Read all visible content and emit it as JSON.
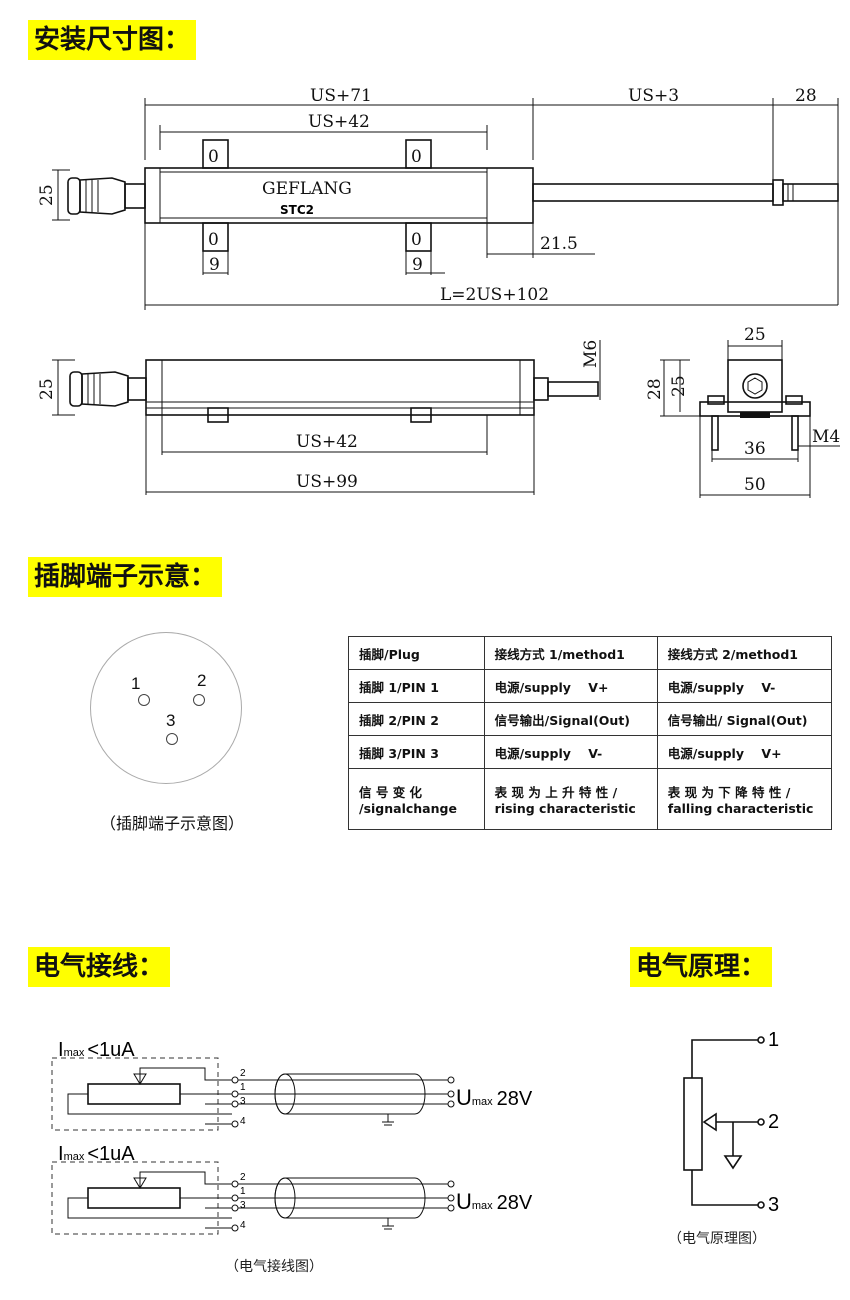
{
  "sections": {
    "install": "安装尺寸图：",
    "pins": "插脚端子示意：",
    "wiring": "电气接线：",
    "principle": "电气原理："
  },
  "top_view": {
    "dim_us71": "US+71",
    "dim_us3": "US+3",
    "dim_28": "28",
    "dim_us42": "US+42",
    "dim_25": "25",
    "brand": "GEFLANG",
    "model": "STC2",
    "dim_21_5": "21.5",
    "dim_9a": "9",
    "dim_9b": "9",
    "dim_L": "L=2US+102",
    "slot_0a": "0",
    "slot_0b": "0",
    "slot_0c": "0",
    "slot_0d": "0"
  },
  "side_view": {
    "dim_25": "25",
    "dim_m6": "M6",
    "dim_us42": "US+42",
    "dim_us99": "US+99"
  },
  "end_view": {
    "dim_25_top": "25",
    "dim_28": "28",
    "dim_25_side": "25",
    "dim_36": "36",
    "dim_m4": "M4",
    "dim_50": "50"
  },
  "plug": {
    "pin1": "1",
    "pin2": "2",
    "pin3": "3",
    "caption": "（插脚端子示意图）"
  },
  "pin_table": {
    "rows": [
      [
        "插脚/Plug",
        "接线方式 1/method1",
        "接线方式 2/method1"
      ],
      [
        "插脚 1/PIN 1",
        "电源/supply    V+",
        "电源/supply    V-"
      ],
      [
        "插脚 2/PIN 2",
        "信号输出/Signal(Out)",
        "信号输出/ Signal(Out)"
      ],
      [
        "插脚 3/PIN 3",
        "电源/supply    V-",
        "电源/supply    V+"
      ],
      [
        "信  号  变  化 /signalchange",
        "表 现 为 上 升 特 性 / rising characteristic",
        "表 现 为 下 降 特 性 / falling characteristic"
      ]
    ]
  },
  "wiring": {
    "imax_a": "I",
    "imax_sub_a": "max",
    "imax_val_a": "<1uA",
    "umax_a": "U",
    "umax_sub_a": "max",
    "umax_val_a": "28V",
    "imax_b": "I",
    "imax_sub_b": "max",
    "imax_val_b": "<1uA",
    "umax_b": "U",
    "umax_sub_b": "max",
    "umax_val_b": "28V",
    "t_a2": "2",
    "t_a1": "1",
    "t_a3": "3",
    "t_a4": "4",
    "t_b2": "2",
    "t_b1": "1",
    "t_b3": "3",
    "t_b4": "4",
    "caption": "（电气接线图）"
  },
  "principle": {
    "t1": "1",
    "t2": "2",
    "t3": "3",
    "caption": "（电气原理图）"
  }
}
